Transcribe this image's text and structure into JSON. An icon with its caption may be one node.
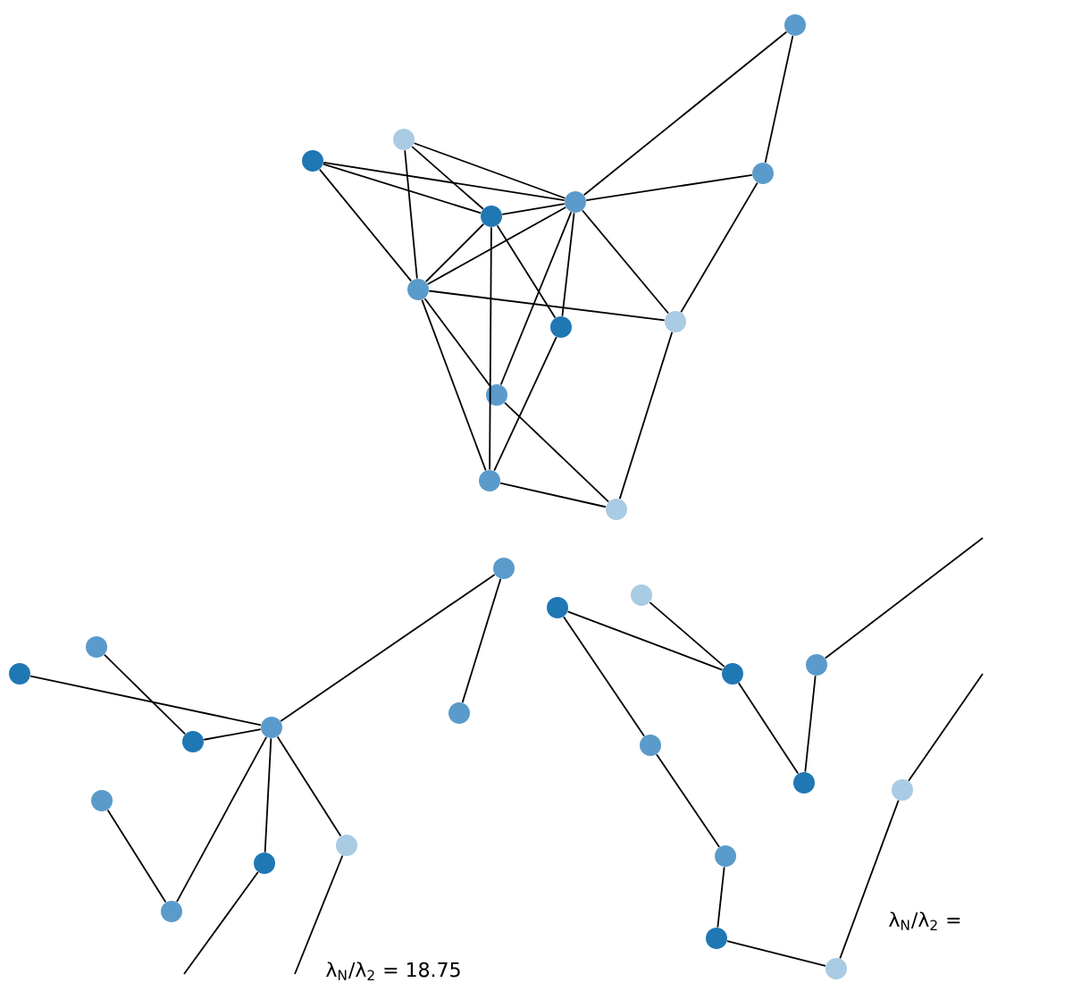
{
  "diagram": {
    "nodes": [
      {
        "text": [],
        "shape": "circle"
      },
      {
        "text": [],
        "shape": "circle"
      },
      {
        "text": [],
        "shape": "circle"
      },
      {
        "text": [],
        "shape": "circle"
      },
      {
        "text": [],
        "shape": "circle"
      },
      {
        "text": [],
        "shape": "circle"
      },
      {
        "text": [],
        "shape": "circle"
      },
      {
        "text": [],
        "shape": "circle"
      },
      {
        "text": [],
        "shape": "circle"
      },
      {
        "text": [],
        "shape": "circle"
      },
      {
        "text": [],
        "shape": "circle"
      },
      {
        "text": [],
        "shape": "circle"
      },
      {
        "text": [],
        "shape": "circle"
      },
      {
        "text": [],
        "shape": "circle"
      },
      {
        "text": [],
        "shape": "circle"
      },
      {
        "text": [],
        "shape": "circle"
      },
      {
        "text": [],
        "shape": "circle"
      },
      {
        "text": [],
        "shape": "circle"
      },
      {
        "text": [],
        "shape": "circle"
      },
      {
        "text": [],
        "shape": "circle"
      },
      {
        "text": [],
        "shape": "circle"
      },
      {
        "text": [],
        "shape": "circle"
      },
      {
        "text": [],
        "shape": "circle"
      },
      {
        "text": [],
        "shape": "circle"
      },
      {
        "text": [],
        "shape": "circle"
      },
      {
        "text": [],
        "shape": "circle"
      },
      {
        "text": [],
        "shape": "circle"
      },
      {
        "text": [],
        "shape": "circle"
      },
      {
        "text": [],
        "shape": "circle"
      },
      {
        "text": [],
        "shape": "circle"
      },
      {
        "text": [],
        "shape": "circle"
      },
      {
        "text": [],
        "shape": "circle"
      }
    ],
    "edges": [
      {
        "from": 0,
        "to": 3,
        "arrow": "none"
      },
      {
        "from": 0,
        "to": 4,
        "arrow": "none"
      },
      {
        "from": 1,
        "to": 3,
        "arrow": "none"
      },
      {
        "from": 1,
        "to": 5,
        "arrow": "none"
      },
      {
        "from": 1,
        "to": 6,
        "arrow": "none"
      },
      {
        "from": 2,
        "to": 3,
        "arrow": "none"
      },
      {
        "from": 2,
        "to": 5,
        "arrow": "none"
      },
      {
        "from": 2,
        "to": 6,
        "arrow": "none"
      },
      {
        "from": 3,
        "to": 5,
        "arrow": "none"
      },
      {
        "from": 3,
        "to": 4,
        "arrow": "none"
      },
      {
        "from": 3,
        "to": 6,
        "arrow": "none"
      },
      {
        "from": 3,
        "to": 7,
        "arrow": "none"
      },
      {
        "from": 3,
        "to": 8,
        "arrow": "none"
      },
      {
        "from": 3,
        "to": 9,
        "arrow": "none"
      },
      {
        "from": 4,
        "to": 8,
        "arrow": "none"
      },
      {
        "from": 5,
        "to": 6,
        "arrow": "none"
      },
      {
        "from": 5,
        "to": 7,
        "arrow": "none"
      },
      {
        "from": 5,
        "to": 10,
        "arrow": "none"
      },
      {
        "from": 6,
        "to": 8,
        "arrow": "none"
      },
      {
        "from": 6,
        "to": 9,
        "arrow": "none"
      },
      {
        "from": 6,
        "to": 10,
        "arrow": "none"
      },
      {
        "from": 9,
        "to": 11,
        "arrow": "none"
      },
      {
        "from": 7,
        "to": 10,
        "arrow": "none"
      },
      {
        "from": 10,
        "to": 11,
        "arrow": "none"
      },
      {
        "from": 8,
        "to": 11,
        "arrow": "none"
      },
      {
        "from": 12,
        "to": 15,
        "arrow": "none"
      },
      {
        "from": 13,
        "to": 14,
        "arrow": "none"
      },
      {
        "from": 14,
        "to": 15,
        "arrow": "none"
      },
      {
        "from": 15,
        "to": 16,
        "arrow": "none"
      },
      {
        "from": 16,
        "to": 17,
        "arrow": "none"
      },
      {
        "from": 15,
        "to": 19,
        "arrow": "none"
      },
      {
        "from": 18,
        "to": 19,
        "arrow": "none"
      },
      {
        "from": 15,
        "to": 20,
        "arrow": "none"
      },
      {
        "from": 15,
        "to": 21,
        "arrow": "none"
      },
      {
        "from": 20,
        "to": null,
        "arrow": "none"
      },
      {
        "from": 21,
        "to": null,
        "arrow": "none"
      },
      {
        "from": 23,
        "to": 24,
        "arrow": "none"
      },
      {
        "from": 22,
        "to": 24,
        "arrow": "none"
      },
      {
        "from": 24,
        "to": 27,
        "arrow": "none"
      },
      {
        "from": 27,
        "to": 25,
        "arrow": "none"
      },
      {
        "from": 25,
        "to": null,
        "arrow": "none"
      },
      {
        "from": 23,
        "to": 26,
        "arrow": "none"
      },
      {
        "from": 26,
        "to": 29,
        "arrow": "none"
      },
      {
        "from": 29,
        "to": 30,
        "arrow": "none"
      },
      {
        "from": 30,
        "to": 31,
        "arrow": "none"
      },
      {
        "from": 31,
        "to": 28,
        "arrow": "none"
      },
      {
        "from": 28,
        "to": null,
        "arrow": "none"
      }
    ],
    "labels": [
      "λ$_{N}$/λ$_{2}$ = 18.75",
      "λ$_{N}$/λ$_{2}$ ="
    ]
  }
}
